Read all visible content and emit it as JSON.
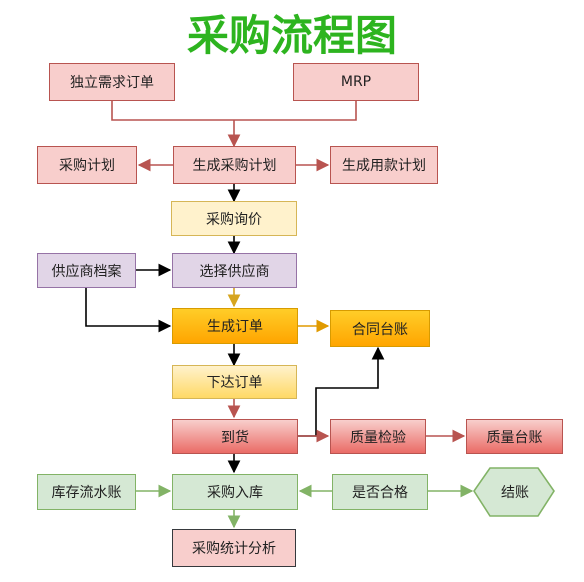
{
  "title": "采购流程图",
  "nodes": {
    "independent_demand": "独立需求订单",
    "mrp": "MRP",
    "purchase_plan": "采购计划",
    "gen_purchase_plan": "生成采购计划",
    "gen_payment_plan": "生成用款计划",
    "inquiry": "采购询价",
    "supplier_archive": "供应商档案",
    "select_supplier": "选择供应商",
    "gen_order": "生成订单",
    "contract_ledger": "合同台账",
    "issue_order": "下达订单",
    "arrival": "到货",
    "quality_check": "质量检验",
    "quality_ledger": "质量台账",
    "inventory_journal": "库存流水账",
    "warehouse_in": "采购入库",
    "qualified": "是否合格",
    "settle": "结账",
    "statistics": "采购统计分析"
  }
}
